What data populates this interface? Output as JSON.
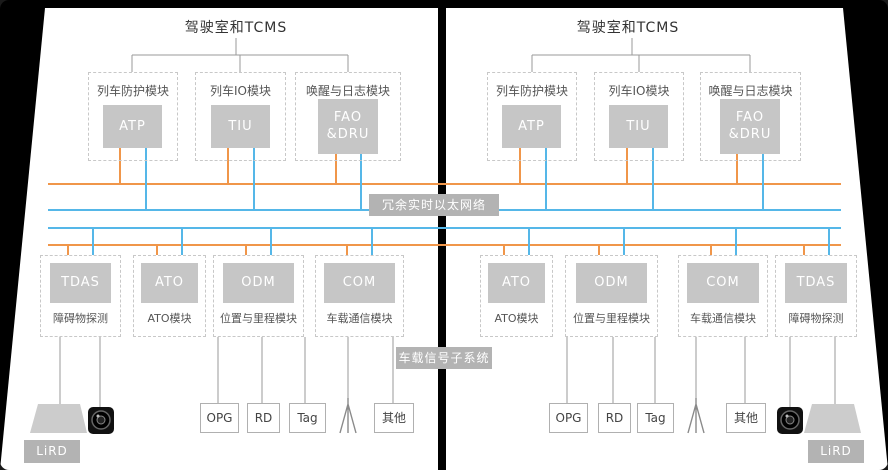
{
  "panel": {
    "cab_title": "驾驶室和TCMS",
    "top_modules": {
      "protection": {
        "label": "列车防护模块",
        "unit": "ATP"
      },
      "io": {
        "label": "列车IO模块",
        "unit": "TIU"
      },
      "wakeup_log": {
        "label": "唤醒与日志模块",
        "unit": "FAO\n&DRU"
      }
    },
    "bottom_modules": {
      "tdas": {
        "unit": "TDAS",
        "label": "障碍物探测"
      },
      "ato": {
        "unit": "ATO",
        "label": "ATO模块"
      },
      "odm": {
        "unit": "ODM",
        "label": "位置与里程模块"
      },
      "com": {
        "unit": "COM",
        "label": "车载通信模块"
      }
    }
  },
  "network": {
    "bus_label": "冗余实时以太网络",
    "subsystem_label": "车载信号子系统"
  },
  "devices": {
    "lird": {
      "label": "LiRD"
    },
    "opg": {
      "label": "OPG"
    },
    "rd": {
      "label": "RD"
    },
    "tag": {
      "label": "Tag"
    },
    "other": {
      "label": "其他"
    }
  },
  "icons": {
    "camera": "camera-lens-icon",
    "antenna": "antenna-icon",
    "lidar": "trapezoid-sensor-icon"
  },
  "colors": {
    "bus_ring_a": "#f0964a",
    "bus_ring_b": "#55b7e8",
    "module_fill": "#c6c6c6",
    "tag_fill": "#b3b3b3",
    "connector": "#9a9a9a",
    "dashed_border": "#c8c8c8",
    "panel_bg": "#ffffff",
    "backdrop": "#000000"
  }
}
